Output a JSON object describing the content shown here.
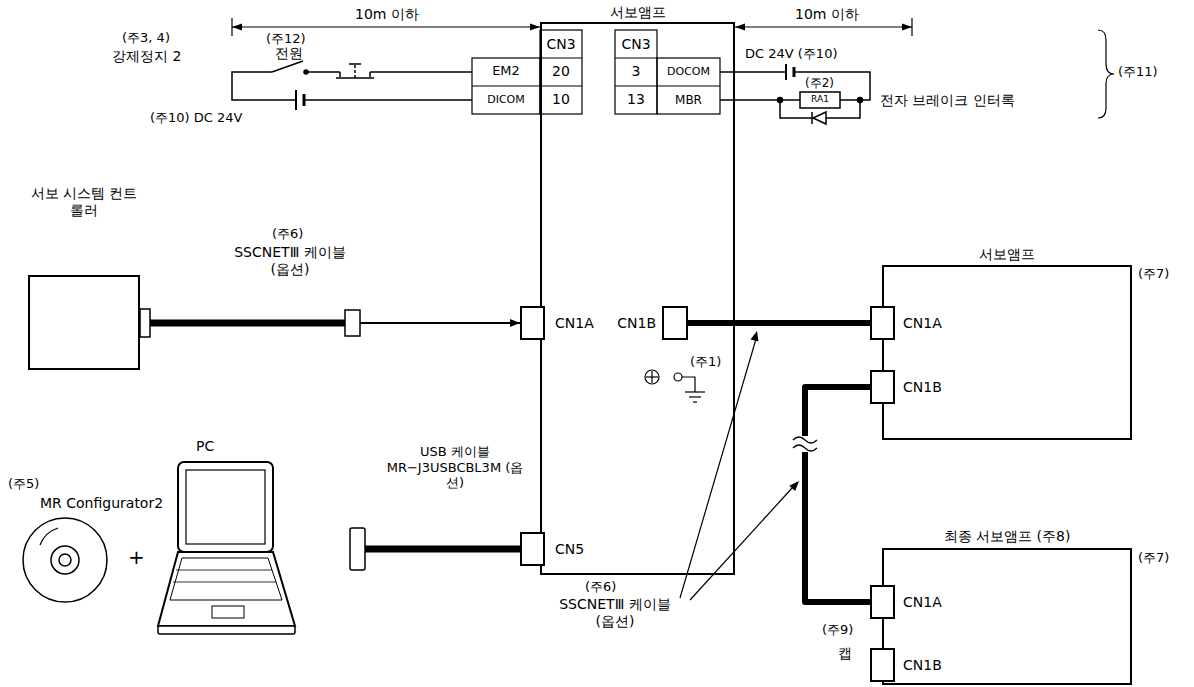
{
  "diagram": {
    "nodes": [
      {
        "text": [
          "서보 시스템 컨트롤러"
        ]
      },
      {
        "text": [
          "서보앰프"
        ]
      },
      {
        "text": [
          "CN1A"
        ],
        "in": 1
      },
      {
        "text": [
          "CN1B"
        ],
        "in": 1
      },
      {
        "text": [
          "CN5"
        ],
        "in": 1
      },
      {
        "text": [
          "서보앰프"
        ]
      },
      {
        "text": [
          "CN1A"
        ],
        "in": 5
      },
      {
        "text": [
          "CN1B"
        ],
        "in": 5
      },
      {
        "text": [
          "최종 서보앰프 (주8)"
        ]
      },
      {
        "text": [
          "CN1A"
        ],
        "in": 8
      },
      {
        "text": [
          "CN1B"
        ],
        "in": 8
      }
    ],
    "edges": [
      {
        "from": 0,
        "to": 2,
        "arrow": "to"
      },
      {
        "from": 3,
        "to": 6,
        "arrow": "none"
      },
      {
        "from": 7,
        "to": 9,
        "arrow": "none"
      }
    ],
    "labels": [
      "10m 이하",
      "10m 이하",
      "(주12)",
      "전원",
      "(주3, 4)",
      "강제정지 2",
      "(주10) DC 24V",
      "CN3",
      "EM2",
      "20",
      "DICOM",
      "10",
      "CN3",
      "3",
      "DOCOM",
      "13",
      "MBR",
      "DC 24V (주10)",
      "(주2)",
      "RA1",
      "전자 브레이크 인터록",
      "(주11)",
      "(주6)",
      "SSCNETⅢ 케이블 (옵션)",
      "(주1)",
      "(주7)",
      "(주5)",
      "MR Configurator2",
      "PC",
      "+",
      "USB 케이블 MR−J3USBCBL3M (옵션)",
      "(주6)",
      "SSCNETⅢ 케이블 (옵션)",
      "(주7)",
      "(주9)",
      "캡"
    ]
  }
}
